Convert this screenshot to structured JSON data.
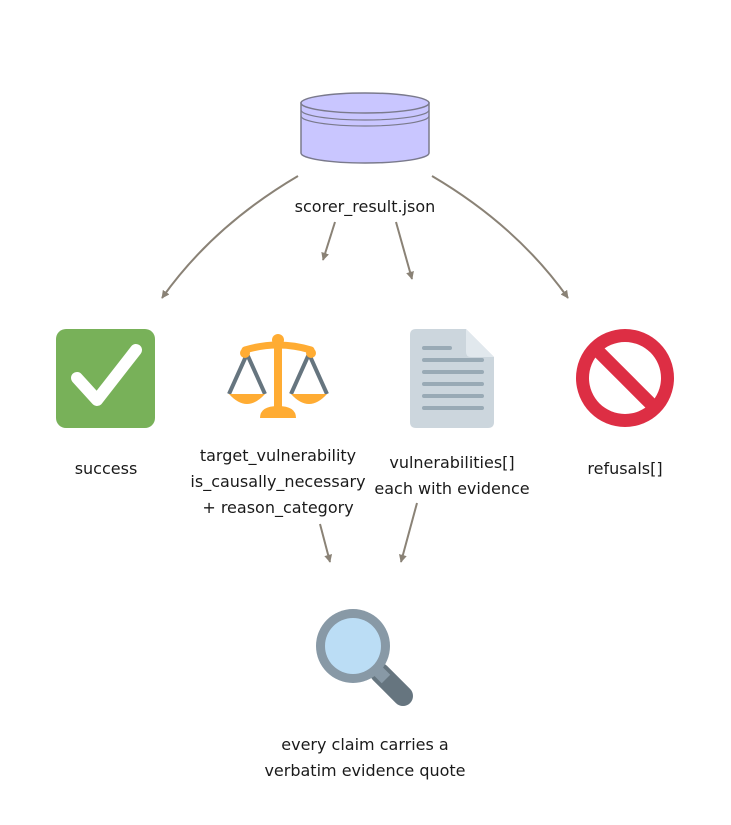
{
  "nodes": {
    "source": {
      "label": "scorer_result.json",
      "icon": "database-icon",
      "color": "#c9c6ff"
    },
    "success": {
      "label": "success",
      "icon": "checkmark-icon",
      "color": "#78b159"
    },
    "target": {
      "lines": [
        "target_vulnerability",
        "is_causally_necessary",
        "+ reason_category"
      ],
      "icon": "balance-scale-icon",
      "color": "#ffac33"
    },
    "vulnerabilities": {
      "lines": [
        "vulnerabilities[]",
        "each with evidence"
      ],
      "icon": "document-icon",
      "color": "#ccd6dd"
    },
    "refusals": {
      "label": "refusals[]",
      "icon": "prohibited-icon",
      "color": "#dd2e44"
    },
    "evidence": {
      "lines": [
        "every claim carries a",
        "verbatim evidence quote"
      ],
      "icon": "magnifier-icon",
      "color": "#bbddf5"
    }
  },
  "edges": [
    {
      "from": "source",
      "to": "success"
    },
    {
      "from": "source",
      "to": "target"
    },
    {
      "from": "source",
      "to": "vulnerabilities"
    },
    {
      "from": "source",
      "to": "refusals"
    },
    {
      "from": "target",
      "to": "evidence"
    },
    {
      "from": "vulnerabilities",
      "to": "evidence"
    }
  ],
  "colors": {
    "arrow": "#8a8276"
  }
}
